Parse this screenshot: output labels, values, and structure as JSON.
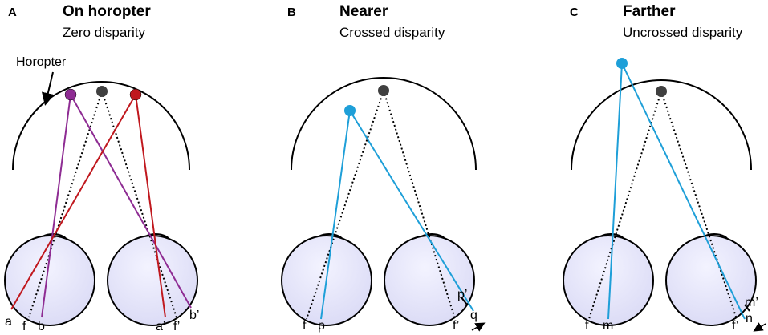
{
  "colors": {
    "purple": "#8e2c93",
    "red": "#c0181e",
    "blue": "#1e9fd8",
    "fixation": "#404040",
    "eye_fill": "#e7e7fb"
  },
  "panels": [
    {
      "letter": "A",
      "title": "On horopter",
      "subtitle": "Zero disparity",
      "callout": "Horopter",
      "labels": [
        "a",
        "f",
        "b",
        "a’",
        "f’",
        "b’"
      ]
    },
    {
      "letter": "B",
      "title": "Nearer",
      "subtitle": "Crossed disparity",
      "labels": [
        "f",
        "p",
        "p’",
        "q",
        "f’"
      ]
    },
    {
      "letter": "C",
      "title": "Farther",
      "subtitle": "Uncrossed disparity",
      "labels": [
        "f",
        "m",
        "m’",
        "n",
        "f’"
      ]
    }
  ]
}
